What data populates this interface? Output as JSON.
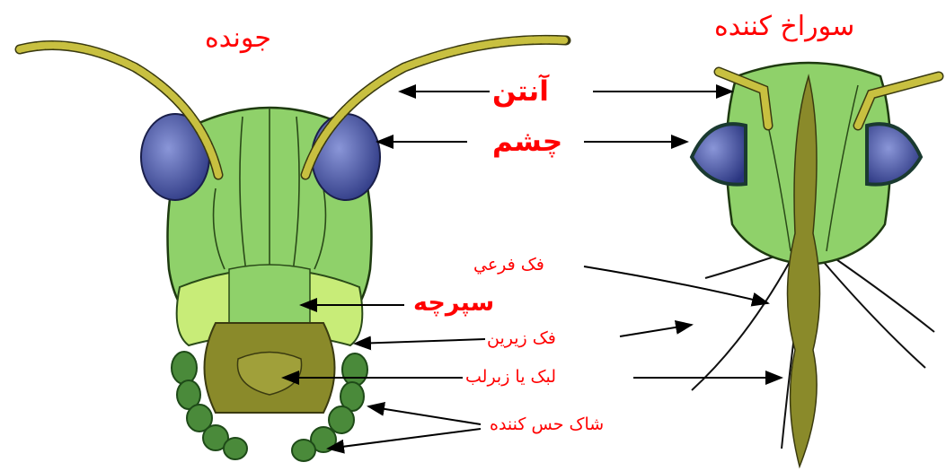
{
  "titles": {
    "chewing": "جونده",
    "piercing": "سوراخ کننده"
  },
  "labels": {
    "antenna": "آنتن",
    "eye": "چشم",
    "maxilla": "فک فرعي",
    "labrum": "سپرچه",
    "mandible": "فک زیرین",
    "labium": "لبک یا زبرلب",
    "palps": "شاک حس کننده"
  },
  "colors": {
    "label_red": "#ff0000",
    "head_green": "#8fd16a",
    "labrum_green": "#c8ec78",
    "eye_blue": "#4a5aa8",
    "antenna_olive": "#c8c040",
    "palp_green": "#4a8a3a",
    "stylet_olive": "#8a8a2a"
  }
}
